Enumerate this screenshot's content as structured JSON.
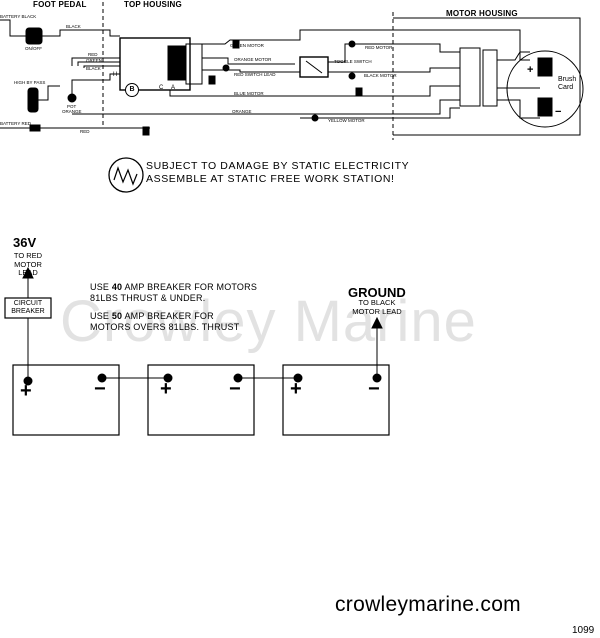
{
  "wiring": {
    "sections": {
      "foot_pedal": "FOOT PEDAL",
      "top_housing": "TOP HOUSING",
      "motor_housing": "MOTOR HOUSING"
    },
    "brush_card": {
      "line1": "Brush",
      "line2": "Card"
    },
    "components": {
      "on_off": "ON/OFF",
      "high_by_pass": "HIGH BY PASS",
      "pot": "POT",
      "battery_black": "BATTERY BLACK",
      "battery_red": "BATTERY RED"
    },
    "wires": {
      "black_1": "BLACK",
      "red": "RED",
      "green": "GREEN",
      "black_2": "BLACK",
      "green_motor": "GREEN MOTOR",
      "orange_motor": "ORANGE MOTOR",
      "red_switch_lead": "RED SWITCH LEAD",
      "toggle_switch": "TOGGLE SWITCH",
      "red_motor": "RED MOTOR",
      "black_motor": "BLACK MOTOR",
      "blue_motor": "BLUE MOTOR",
      "orange": "ORANGE",
      "yellow_motor": "YELLOW MOTOR",
      "red_bottom": "RED",
      "orange_left": "ORANGE"
    },
    "board_letters": {
      "b_circle": "B",
      "c": "C",
      "a": "A",
      "h": "H"
    },
    "brush_signs": {
      "plus": "+",
      "minus": "−"
    }
  },
  "warning": {
    "line1": "SUBJECT TO DAMAGE BY STATIC ELECTRICITY",
    "line2": "ASSEMBLE AT STATIC FREE WORK STATION!"
  },
  "battery": {
    "voltage": "36V",
    "to_red": [
      "TO RED",
      "MOTOR",
      "LEAD"
    ],
    "breaker": [
      "CIRCUIT",
      "BREAKER"
    ],
    "note40": {
      "pre": "USE ",
      "amp": "40",
      "post": " AMP BREAKER FOR MOTORS",
      "line2": "81LBS THRUST & UNDER."
    },
    "note50": {
      "pre": "USE ",
      "amp": "50",
      "post": " AMP BREAKER FOR",
      "line2": "MOTORS OVERS 81LBS. THRUST"
    },
    "ground": "GROUND",
    "to_black": [
      "TO BLACK",
      "MOTOR LEAD"
    ],
    "cells": [
      {
        "plus": "+",
        "minus": "−"
      },
      {
        "plus": "+",
        "minus": "−"
      },
      {
        "plus": "+",
        "minus": "−"
      }
    ]
  },
  "watermark": "Crowley Marine",
  "footer": {
    "site": "crowleymarine.com",
    "page": "1099"
  }
}
